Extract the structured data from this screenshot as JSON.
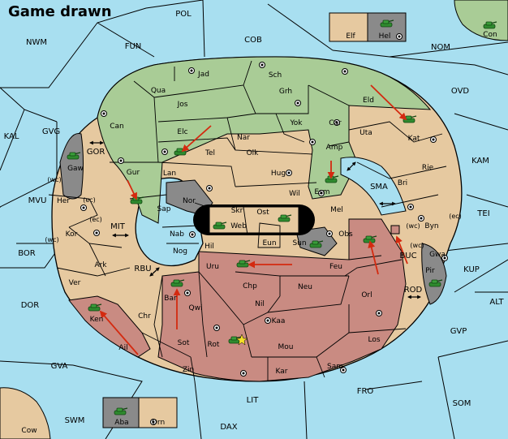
{
  "title": "Game drawn",
  "colors": {
    "sea": "#a8dff0",
    "powerA_land": "#a9cc96",
    "powerB_land": "#e6c9a0",
    "powerC_land": "#c98b82",
    "impassable": "#8a8a8a",
    "border": "#000000",
    "arrow": "#d42a10",
    "unit": "#2f8a2f"
  },
  "icons": {
    "supply_center": "dot-in-circle-icon",
    "army": "tank-icon",
    "move_order": "red-arrow-icon",
    "convoy_route": "double-arrow-icon"
  },
  "sea_labels": [
    {
      "id": "pol",
      "text": "POL"
    },
    {
      "id": "nwm",
      "text": "NWM"
    },
    {
      "id": "fun",
      "text": "FUN"
    },
    {
      "id": "cob",
      "text": "COB"
    },
    {
      "id": "nom",
      "text": "NOM"
    },
    {
      "id": "ovd",
      "text": "OVD"
    },
    {
      "id": "kal",
      "text": "KAL"
    },
    {
      "id": "gvg",
      "text": "GVG"
    },
    {
      "id": "gor",
      "text": "GOR"
    },
    {
      "id": "mvu",
      "text": "MVU"
    },
    {
      "id": "mit",
      "text": "MIT"
    },
    {
      "id": "bor",
      "text": "BOR"
    },
    {
      "id": "rbu",
      "text": "RBU"
    },
    {
      "id": "dor",
      "text": "DOR"
    },
    {
      "id": "gva",
      "text": "GVA"
    },
    {
      "id": "swm",
      "text": "SWM"
    },
    {
      "id": "lit",
      "text": "LIT"
    },
    {
      "id": "dax",
      "text": "DAX"
    },
    {
      "id": "fro",
      "text": "FRO"
    },
    {
      "id": "som",
      "text": "SOM"
    },
    {
      "id": "gvp",
      "text": "GVP"
    },
    {
      "id": "alt",
      "text": "ALT"
    },
    {
      "id": "kup",
      "text": "KUP"
    },
    {
      "id": "rod",
      "text": "ROD"
    },
    {
      "id": "buc",
      "text": "BUC"
    },
    {
      "id": "tei",
      "text": "TEI"
    },
    {
      "id": "kam",
      "text": "KAM"
    },
    {
      "id": "sma",
      "text": "SMA"
    }
  ],
  "land_labels": [
    {
      "id": "jad",
      "text": "Jad"
    },
    {
      "id": "sch",
      "text": "Sch"
    },
    {
      "id": "qua",
      "text": "Qua"
    },
    {
      "id": "jos",
      "text": "Jos"
    },
    {
      "id": "grh",
      "text": "Grh"
    },
    {
      "id": "eld",
      "text": "Eld"
    },
    {
      "id": "can",
      "text": "Can"
    },
    {
      "id": "elc",
      "text": "Elc"
    },
    {
      "id": "yok",
      "text": "Yok"
    },
    {
      "id": "car",
      "text": "Car"
    },
    {
      "id": "nar",
      "text": "Nar"
    },
    {
      "id": "tel",
      "text": "Tel"
    },
    {
      "id": "olk",
      "text": "Olk"
    },
    {
      "id": "amp",
      "text": "Amp"
    },
    {
      "id": "uta",
      "text": "Uta"
    },
    {
      "id": "kat",
      "text": "Kat"
    },
    {
      "id": "gur",
      "text": "Gur"
    },
    {
      "id": "lan",
      "text": "Lan"
    },
    {
      "id": "hug",
      "text": "Hug"
    },
    {
      "id": "esm",
      "text": "Esm"
    },
    {
      "id": "rie",
      "text": "Rie"
    },
    {
      "id": "bri",
      "text": "Bri"
    },
    {
      "id": "gaw",
      "text": "Gaw"
    },
    {
      "id": "wil",
      "text": "Wil"
    },
    {
      "id": "nor",
      "text": "Nor"
    },
    {
      "id": "skr",
      "text": "Skr"
    },
    {
      "id": "ost",
      "text": "Ost"
    },
    {
      "id": "her",
      "text": "Her"
    },
    {
      "id": "sap",
      "text": "Sap"
    },
    {
      "id": "web",
      "text": "Web"
    },
    {
      "id": "mel",
      "text": "Mel"
    },
    {
      "id": "byn",
      "text": "Byn"
    },
    {
      "id": "kor",
      "text": "Kor"
    },
    {
      "id": "nab",
      "text": "Nab"
    },
    {
      "id": "eun",
      "text": "Eun"
    },
    {
      "id": "sun",
      "text": "Sun"
    },
    {
      "id": "obs",
      "text": "Obs"
    },
    {
      "id": "hil",
      "text": "Hil"
    },
    {
      "id": "ark",
      "text": "Ark"
    },
    {
      "id": "nog",
      "text": "Nog"
    },
    {
      "id": "gwa",
      "text": "Gwa"
    },
    {
      "id": "uru",
      "text": "Uru"
    },
    {
      "id": "feu",
      "text": "Feu"
    },
    {
      "id": "pir",
      "text": "Pir"
    },
    {
      "id": "ver",
      "text": "Ver"
    },
    {
      "id": "chp",
      "text": "Chp"
    },
    {
      "id": "neu",
      "text": "Neu"
    },
    {
      "id": "orl",
      "text": "Orl"
    },
    {
      "id": "bar",
      "text": "Bar"
    },
    {
      "id": "qwi",
      "text": "Qwi"
    },
    {
      "id": "nil",
      "text": "Nil"
    },
    {
      "id": "chr",
      "text": "Chr"
    },
    {
      "id": "ken",
      "text": "Ken"
    },
    {
      "id": "kaa",
      "text": "Kaa"
    },
    {
      "id": "sot",
      "text": "Sot"
    },
    {
      "id": "rot",
      "text": "Rot"
    },
    {
      "id": "ail",
      "text": "Ail"
    },
    {
      "id": "los",
      "text": "Los"
    },
    {
      "id": "mou",
      "text": "Mou"
    },
    {
      "id": "zin",
      "text": "Zin"
    },
    {
      "id": "kar",
      "text": "Kar"
    },
    {
      "id": "sam",
      "text": "Sam"
    },
    {
      "id": "elf",
      "text": "Elf"
    },
    {
      "id": "hel",
      "text": "Hel"
    },
    {
      "id": "con",
      "text": "Con"
    },
    {
      "id": "cow",
      "text": "Cow"
    },
    {
      "id": "aba",
      "text": "Aba"
    },
    {
      "id": "orn",
      "text": "Orn"
    }
  ],
  "coast_labels": [
    {
      "id": "wc_her",
      "text": "(wc)"
    },
    {
      "id": "ec_her",
      "text": "(ec)"
    },
    {
      "id": "ec_kor",
      "text": "(ec)"
    },
    {
      "id": "wc_kor",
      "text": "(wc)"
    },
    {
      "id": "wc_byn",
      "text": "(wc)"
    },
    {
      "id": "ec_byn",
      "text": "(ec)"
    },
    {
      "id": "wc_gwa",
      "text": "(wc)"
    }
  ]
}
